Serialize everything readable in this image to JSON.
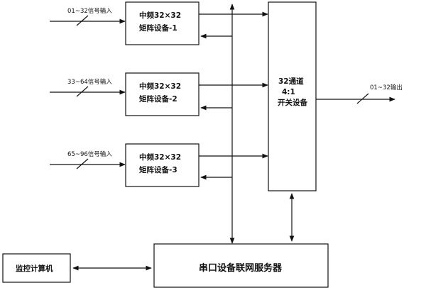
{
  "inputs": [
    {
      "label": "01~32信号输入"
    },
    {
      "label": "33~64信号输入"
    },
    {
      "label": "65~96信号输入"
    }
  ],
  "matrices": [
    {
      "line1": "中频32×32",
      "line2": "矩阵设备-1"
    },
    {
      "line1": "中频32×32",
      "line2": "矩阵设备-2"
    },
    {
      "line1": "中频32×32",
      "line2": "矩阵设备-3"
    }
  ],
  "switch_device": {
    "line1": "32通道",
    "line2": "4:1",
    "line3": "开关设备"
  },
  "output": {
    "label": "01~32输出"
  },
  "server": {
    "label": "串口设备联网服务器"
  },
  "monitor": {
    "label": "监控计算机"
  }
}
